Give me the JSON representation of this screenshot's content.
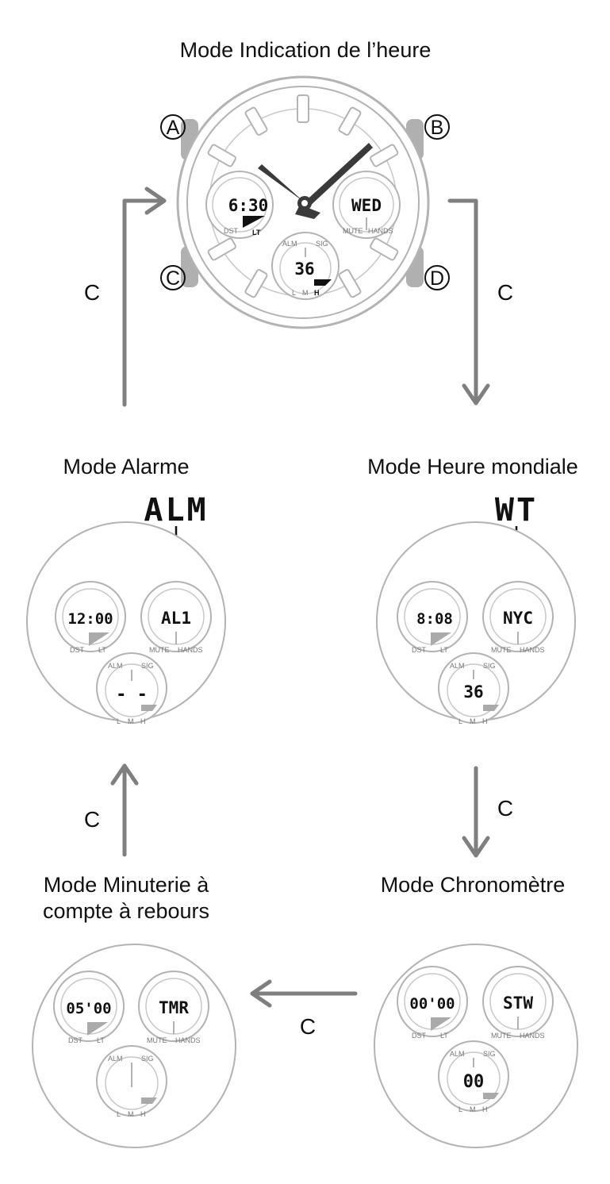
{
  "modes": {
    "timekeeping": {
      "title": "Mode Indication de l’heure"
    },
    "alarm": {
      "title": "Mode Alarme",
      "tag": "ALM"
    },
    "world_time": {
      "title": "Mode Heure mondiale",
      "tag": "WT"
    },
    "timer": {
      "title_line1": "Mode Minuterie à",
      "title_line2": "compte à rebours"
    },
    "stopwatch": {
      "title": "Mode Chronomètre"
    }
  },
  "buttons": {
    "a": "A",
    "b": "B",
    "c": "C",
    "d": "D"
  },
  "transition_label": "C",
  "subdial_labels": {
    "dst": "DST",
    "lt": "LT",
    "mute": "MUTE",
    "hands": "HANDS",
    "alm": "ALM",
    "sig": "SIG",
    "l": "L",
    "m": "M",
    "h": "H"
  },
  "displays": {
    "timekeeping": {
      "left": "6:30",
      "right": "WED",
      "bottom": "36"
    },
    "alarm": {
      "left": "12:00",
      "right": "AL1",
      "bottom": "- -"
    },
    "world_time": {
      "left": "8:08",
      "right": "NYC",
      "bottom": "36"
    },
    "timer": {
      "left": "05'00",
      "right": "TMR",
      "bottom": ""
    },
    "stopwatch": {
      "left": "00'00",
      "right": "STW",
      "bottom": "00"
    }
  },
  "colors": {
    "outline": "#b3b3b3",
    "arrow": "#7f7f7f",
    "button_gray": "#b0b0b0",
    "hand": "#3a3a3a"
  }
}
